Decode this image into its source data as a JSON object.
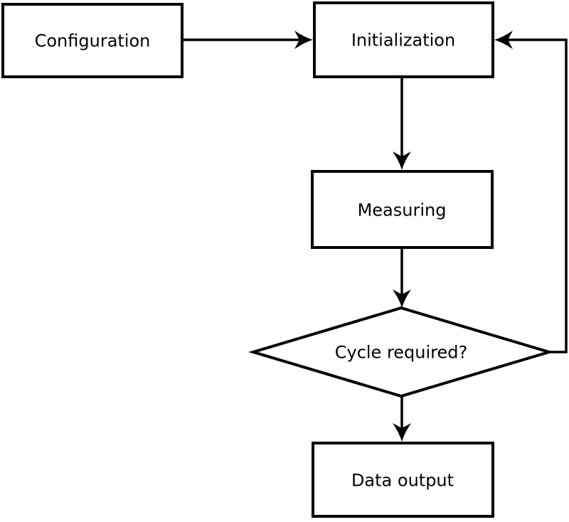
{
  "diagram": {
    "type": "flowchart",
    "colors": {
      "line": "#000000",
      "text": "#000000",
      "node-fill": "#ffffff",
      "background": "#ffffff"
    },
    "nodes": [
      {
        "id": "configuration",
        "shape": "rectangle",
        "label": "Configuration"
      },
      {
        "id": "initialization",
        "shape": "rectangle",
        "label": "Initialization"
      },
      {
        "id": "measuring",
        "shape": "rectangle",
        "label": "Measuring"
      },
      {
        "id": "cycle-required",
        "shape": "diamond",
        "label": "Cycle required?"
      },
      {
        "id": "data-output",
        "shape": "rectangle",
        "label": "Data output"
      }
    ],
    "edges": [
      {
        "from": "configuration",
        "to": "initialization",
        "style": "arrow",
        "route": "right"
      },
      {
        "from": "initialization",
        "to": "measuring",
        "style": "arrow",
        "route": "down"
      },
      {
        "from": "measuring",
        "to": "cycle-required",
        "style": "arrow",
        "route": "down"
      },
      {
        "from": "cycle-required",
        "to": "data-output",
        "style": "arrow",
        "route": "down"
      },
      {
        "from": "cycle-required",
        "to": "initialization",
        "style": "arrow",
        "route": "right-then-up-feedback-loop"
      }
    ]
  }
}
